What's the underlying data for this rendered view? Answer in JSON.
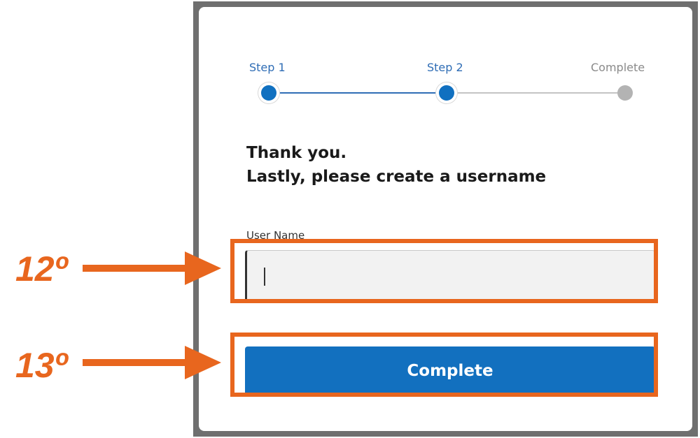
{
  "stepper": {
    "steps": [
      {
        "label": "Step 1",
        "state": "done"
      },
      {
        "label": "Step 2",
        "state": "current"
      },
      {
        "label": "Complete",
        "state": "pending"
      }
    ]
  },
  "heading": {
    "line1": "Thank you.",
    "line2": "Lastly, please create a username"
  },
  "form": {
    "username_label": "User Name",
    "username_value": "",
    "submit_label": "Complete"
  },
  "annotations": {
    "first": "12º",
    "second": "13º",
    "color": "#e8661e"
  },
  "colors": {
    "accent": "#1270bf",
    "step_active_text": "#2f6db5",
    "step_inactive": "#b3b3b3"
  }
}
